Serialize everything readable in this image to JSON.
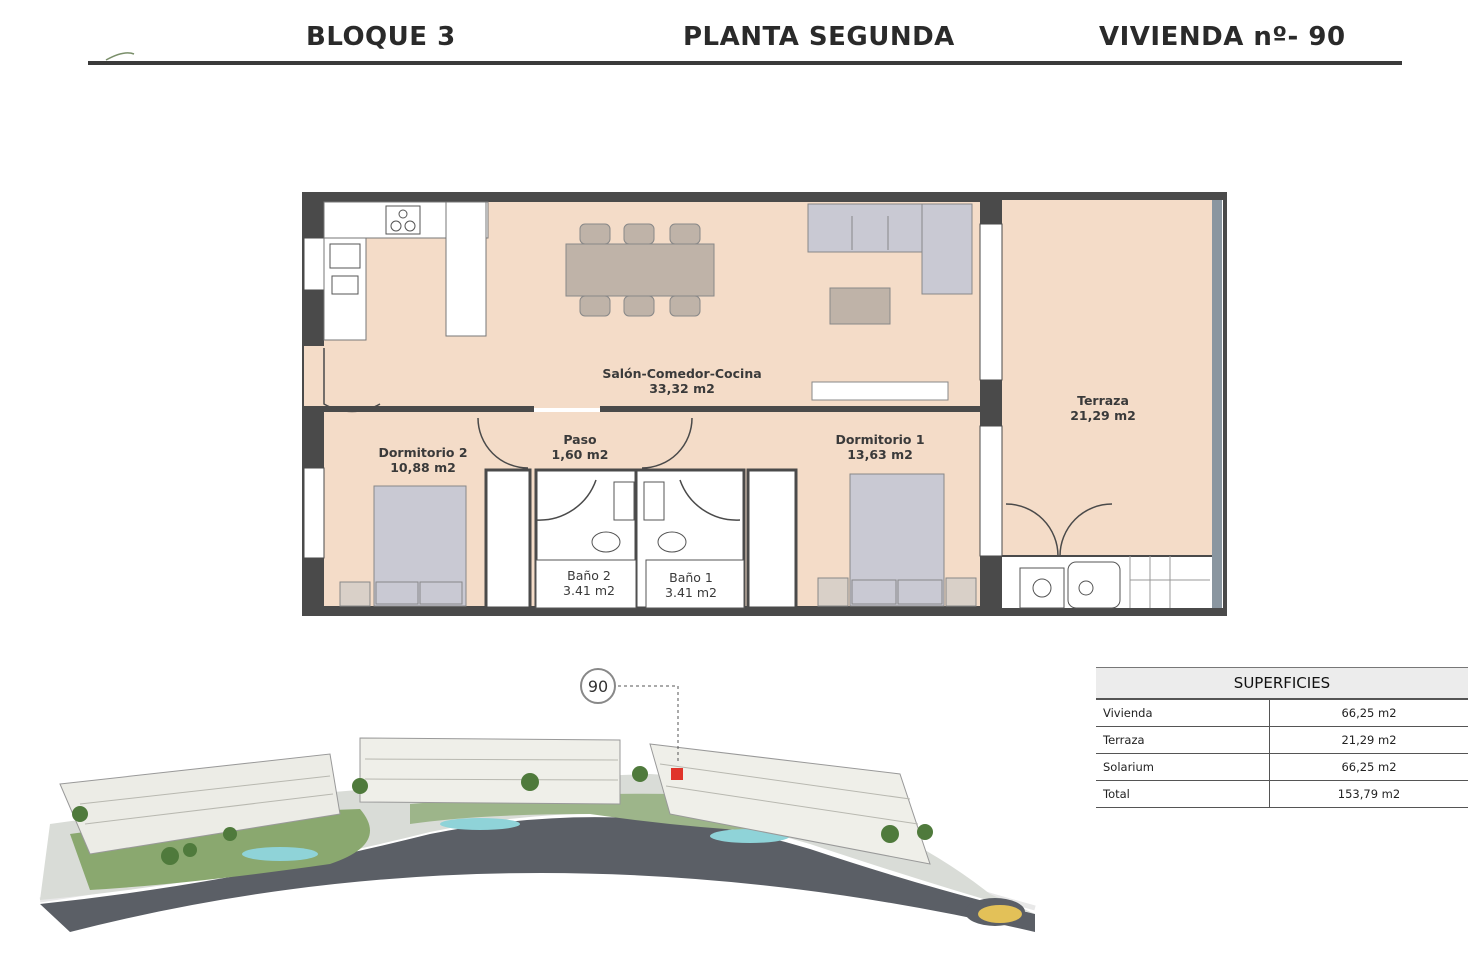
{
  "header": {
    "block": "BLOQUE 3",
    "floor": "PLANTA SEGUNDA",
    "unit": "VIVIENDA nº- 90"
  },
  "plan": {
    "rooms": [
      {
        "name": "Salón-Comedor-Cocina",
        "area": "33,32 m2"
      },
      {
        "name": "Terraza",
        "area": "21,29 m2"
      },
      {
        "name": "Dormitorio 2",
        "area": "10,88 m2"
      },
      {
        "name": "Paso",
        "area": "1,60 m2"
      },
      {
        "name": "Dormitorio 1",
        "area": "13,63 m2"
      },
      {
        "name": "Baño 2",
        "area": "3.41 m2"
      },
      {
        "name": "Baño 1",
        "area": "3.41 m2"
      }
    ],
    "colors": {
      "floor": "#f4dcc8",
      "wall": "#4a4a4a",
      "furniture": "#c9c9d3",
      "table": "#bfb3a8"
    }
  },
  "aerial": {
    "marker": "90",
    "highlight": "#e0342a"
  },
  "surfaces": {
    "title": "SUPERFICIES",
    "rows": [
      {
        "label": "Vivienda",
        "value": "66,25 m2"
      },
      {
        "label": "Terraza",
        "value": "21,29 m2"
      },
      {
        "label": "Solarium",
        "value": "66,25 m2"
      },
      {
        "label": "Total",
        "value": "153,79 m2"
      }
    ]
  }
}
